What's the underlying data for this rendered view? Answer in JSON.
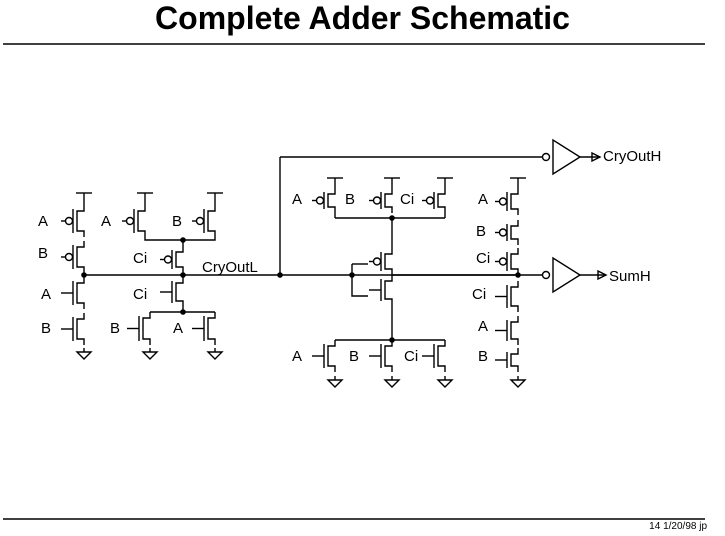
{
  "title": "Complete Adder Schematic",
  "footer": "14 1/20/98 jp",
  "nets": {
    "carry_out_internal": "CryOutL",
    "carry_out": "CryOutH",
    "sum": "SumH"
  },
  "inputs": {
    "a": "A",
    "b": "B",
    "ci": "Ci"
  }
}
